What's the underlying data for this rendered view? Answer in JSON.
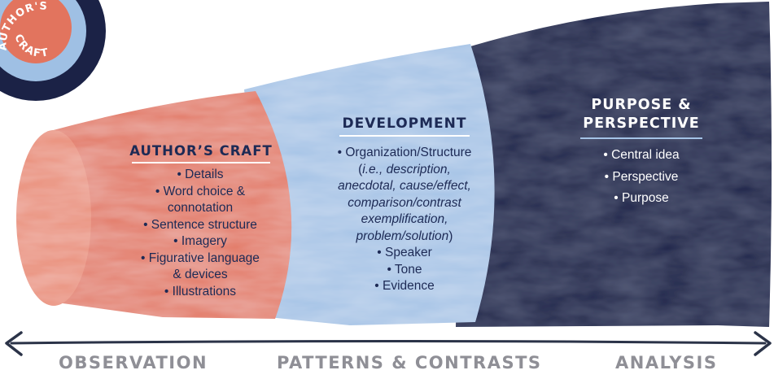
{
  "badge": {
    "text_top": "AUTHOR'S",
    "text_bottom": "CRAFT",
    "colors": {
      "outer": "#1b2246",
      "middle": "#9fc0e4",
      "inner": "#e2745e"
    }
  },
  "stages": [
    {
      "heading": "AUTHOR’S CRAFT",
      "color": "#e2745e",
      "items": [
        "• Details",
        "• Word choice &",
        "connotation",
        "• Sentence structure",
        "• Imagery",
        "• Figurative language",
        "& devices",
        "• Illustrations"
      ]
    },
    {
      "heading": "DEVELOPMENT",
      "color": "#a4c3e6",
      "lines": [
        "• Organization/Structure",
        "(",
        "i.e., description,",
        "anecdotal, cause/effect,",
        "comparison/contrast",
        "exemplification,",
        "problem/solution",
        ")",
        "• Speaker",
        "• Tone",
        "• Evidence"
      ]
    },
    {
      "heading_line1": "PURPOSE &",
      "heading_line2": "PERSPECTIVE",
      "color": "#1b2246",
      "items": [
        "• Central idea",
        "• Perspective",
        "• Purpose"
      ]
    }
  ],
  "axis": {
    "labels": [
      "OBSERVATION",
      "PATTERNS & CONTRASTS",
      "ANALYSIS"
    ],
    "color": "#8f8f96",
    "arrow_icon": "double-headed-arrow-icon"
  }
}
